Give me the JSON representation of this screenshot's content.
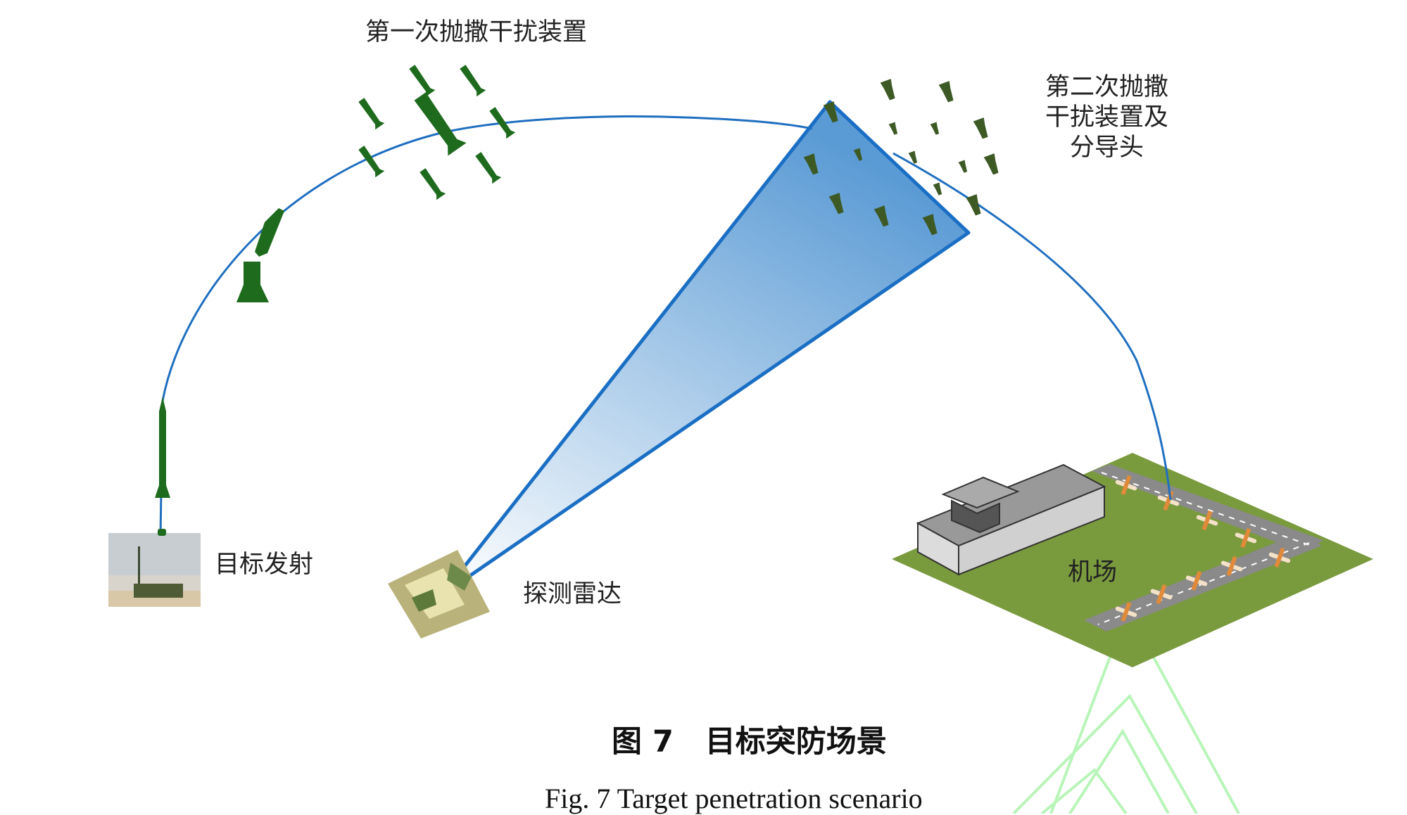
{
  "labels": {
    "first_dispersal": "第一次抛撒干扰装置",
    "second_dispersal_lines": [
      "第二次抛撒",
      "干扰装置及",
      "分导头"
    ],
    "launch": "目标发射",
    "radar": "探测雷达",
    "airport": "机场"
  },
  "caption": {
    "cn_number": "图 7",
    "cn_title": "目标突防场景",
    "en": "Fig. 7 Target penetration scenario"
  },
  "colors": {
    "trajectory": "#1f6fc0",
    "radar_beam": "#1a6fc4",
    "missile": "#1e6b1e",
    "warhead": "#3d5a25",
    "airport_ground": "#7a9a3e",
    "runway": "#8a8a8a",
    "watermark": "#b8f5b8"
  }
}
